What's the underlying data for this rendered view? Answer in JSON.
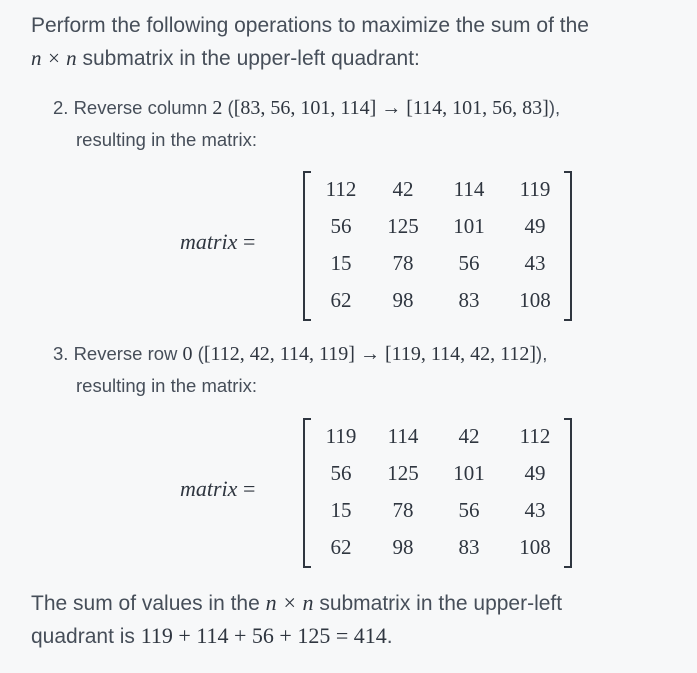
{
  "intro": {
    "line1": "Perform the following operations to maximize the sum of the",
    "n_times_n": "n × n",
    "line2_rest": " submatrix in the upper-left quadrant:"
  },
  "step2": {
    "prefix": "2. Reverse column ",
    "index": "2",
    "paren_open": " (",
    "from_vec": "[83, 56, 101, 114]",
    "arrow": " → ",
    "to_vec": "[114, 101, 56, 83]",
    "paren_close": "),",
    "line2": "resulting in the matrix:"
  },
  "matrix1": {
    "label": "matrix",
    "equals": " =",
    "rows": [
      [
        "112",
        "42",
        "114",
        "119"
      ],
      [
        "56",
        "125",
        "101",
        "49"
      ],
      [
        "15",
        "78",
        "56",
        "43"
      ],
      [
        "62",
        "98",
        "83",
        "108"
      ]
    ]
  },
  "step3": {
    "prefix": "3. Reverse row ",
    "index": "0",
    "paren_open": " (",
    "from_vec": "[112, 42, 114, 119]",
    "arrow": " → ",
    "to_vec": "[119, 114, 42, 112]",
    "paren_close": "),",
    "line2": "resulting in the matrix:"
  },
  "matrix2": {
    "label": "matrix",
    "equals": " =",
    "rows": [
      [
        "119",
        "114",
        "42",
        "112"
      ],
      [
        "56",
        "125",
        "101",
        "49"
      ],
      [
        "15",
        "78",
        "56",
        "43"
      ],
      [
        "62",
        "98",
        "83",
        "108"
      ]
    ]
  },
  "summary": {
    "part1": "The sum of values in the ",
    "n_times_n": "n × n",
    "part2": " submatrix in the upper-left",
    "part3": "quadrant is ",
    "equation": "119 + 114 + 56 + 125 = 414",
    "period": "."
  }
}
